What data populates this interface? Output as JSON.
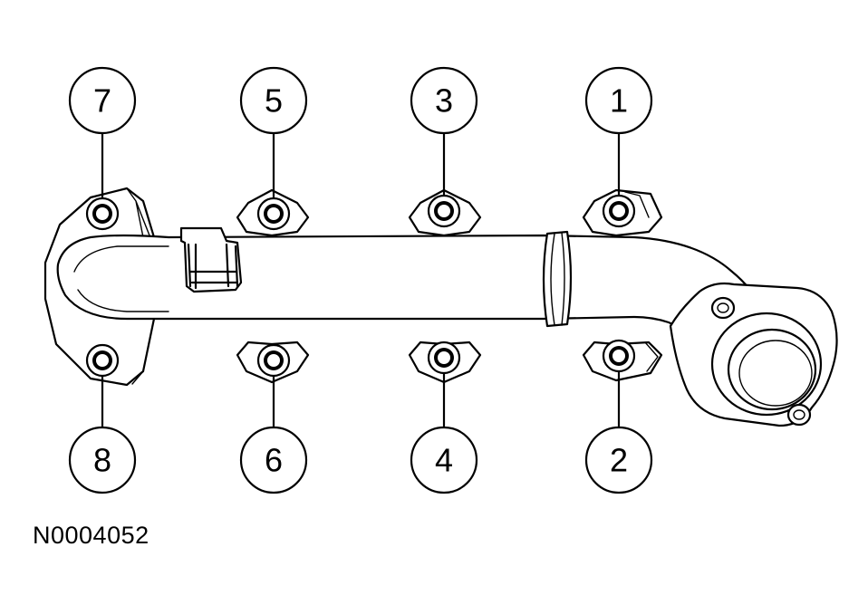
{
  "figure_id": "N0004052",
  "callouts": [
    {
      "id": "c7",
      "label": "7"
    },
    {
      "id": "c5",
      "label": "5"
    },
    {
      "id": "c3",
      "label": "3"
    },
    {
      "id": "c1",
      "label": "1"
    },
    {
      "id": "c8",
      "label": "8"
    },
    {
      "id": "c6",
      "label": "6"
    },
    {
      "id": "c4",
      "label": "4"
    },
    {
      "id": "c2",
      "label": "2"
    }
  ]
}
